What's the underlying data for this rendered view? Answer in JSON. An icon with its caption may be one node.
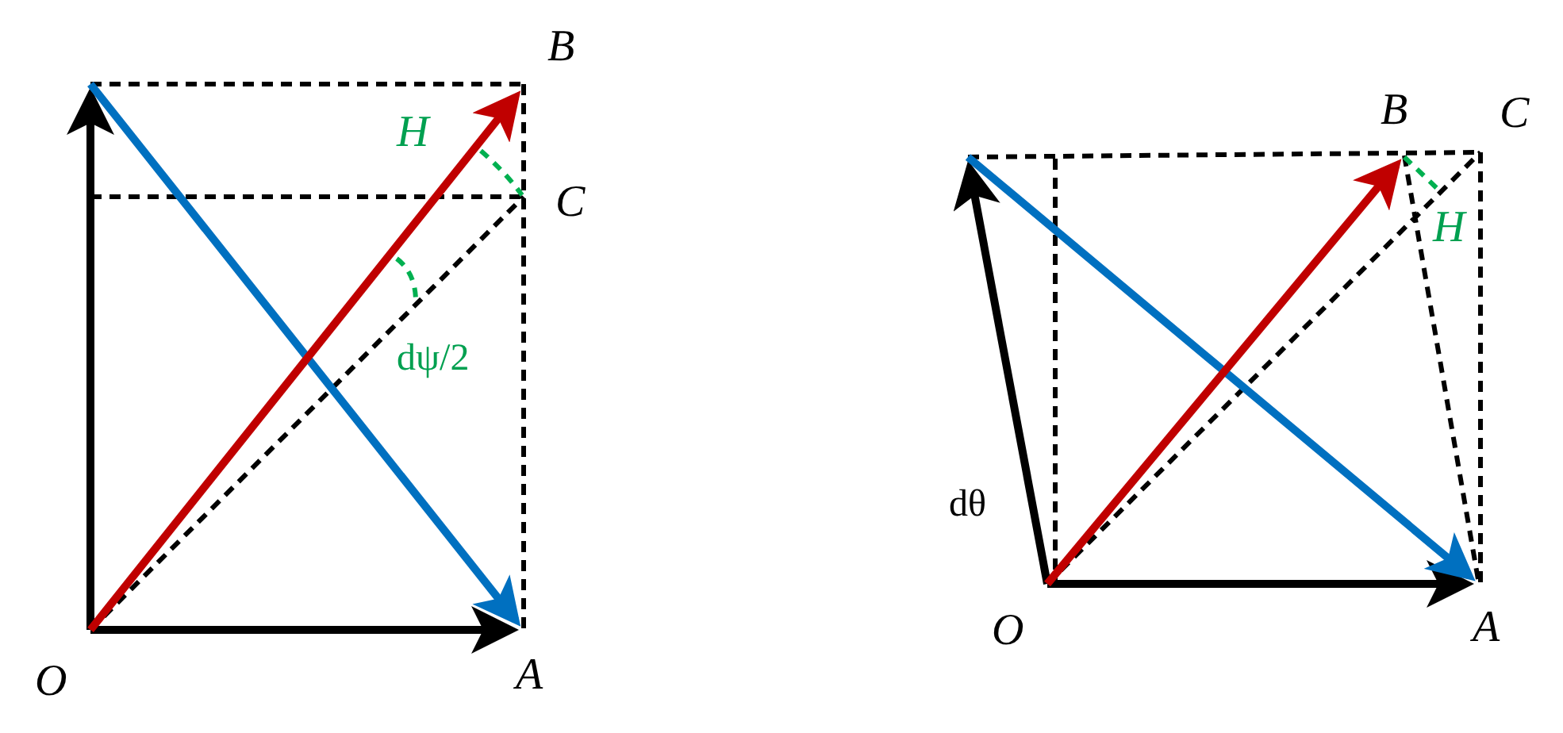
{
  "diagram": {
    "labels": [
      "B",
      "H",
      "C",
      "dψ/2",
      "O",
      "A",
      "B",
      "C",
      "H",
      "dθ",
      "O",
      "A"
    ]
  }
}
